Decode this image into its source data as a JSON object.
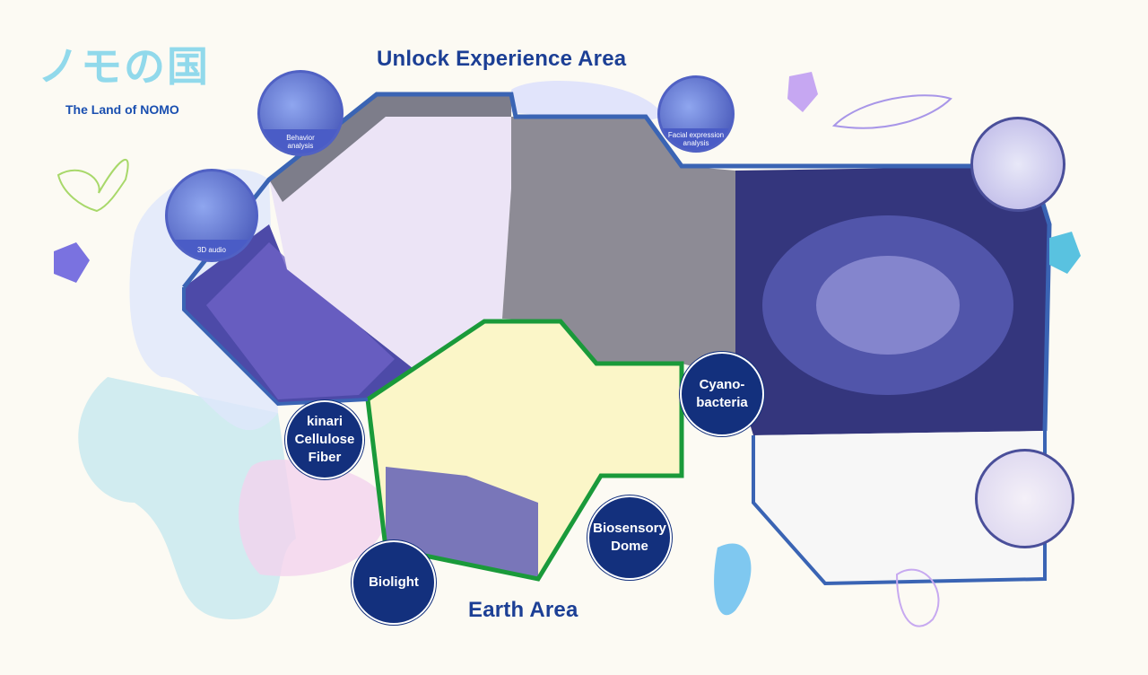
{
  "logo": {
    "japanese": "ノモの国",
    "english": "The Land of NOMO"
  },
  "areas": {
    "unlock": "Unlock Experience Area",
    "earth": "Earth Area"
  },
  "exhibits": {
    "kinari": "kinari\nCellulose\nFiber",
    "biolight": "Biolight",
    "biosensory": "Biosensory\nDome",
    "cyano": "Cyano-\nbacteria"
  },
  "features": {
    "behavior": "Behavior\nanalysis",
    "audio": "3D audio",
    "facial": "Facial expression\nanalysis"
  },
  "colors": {
    "navy": "#13307d",
    "title": "#1c3f95",
    "earth_outline": "#1a9a3a",
    "wall": "#3a64b4"
  }
}
